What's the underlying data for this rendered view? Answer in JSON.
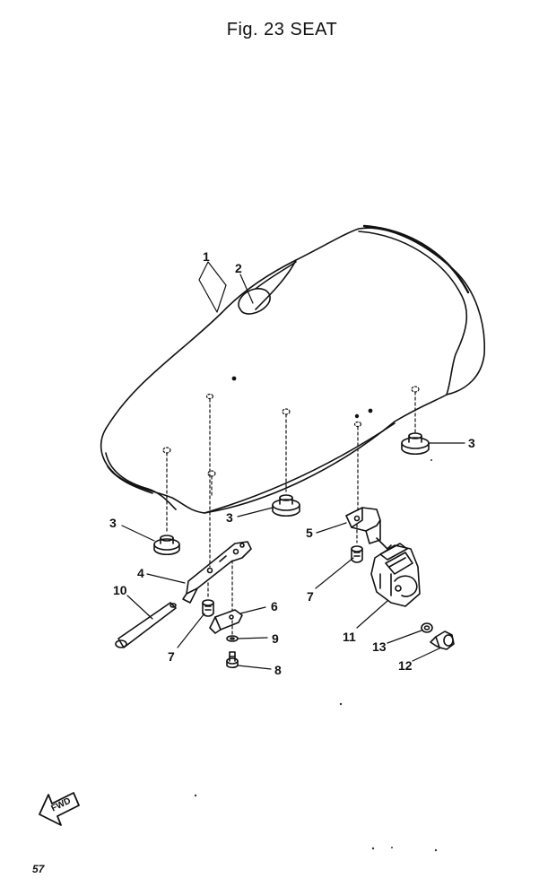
{
  "figure": {
    "title": "Fig. 23 SEAT"
  },
  "callouts": {
    "c1": "1",
    "c2": "2",
    "c3a": "3",
    "c3b": "3",
    "c3c": "3",
    "c4": "4",
    "c5": "5",
    "c6": "6",
    "c7a": "7",
    "c7b": "7",
    "c8": "8",
    "c9": "9",
    "c10": "10",
    "c11": "11",
    "c12": "12",
    "c13": "13"
  },
  "direction_arrow": {
    "label": "FWD"
  },
  "page": {
    "number": "57"
  },
  "colors": {
    "ink": "#111111",
    "paper": "#ffffff"
  }
}
